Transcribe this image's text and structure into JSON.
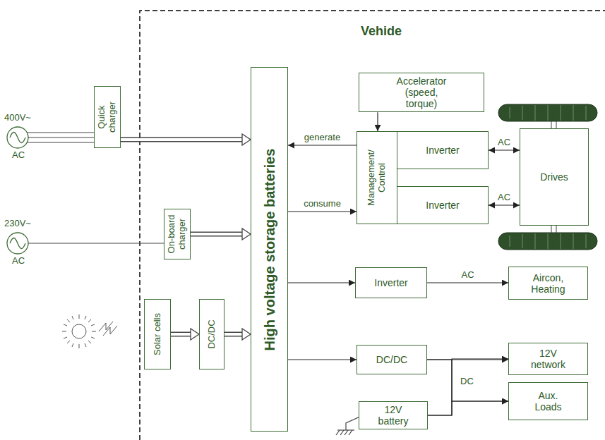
{
  "diagram": {
    "title": "Vehide",
    "nodes": [
      {
        "text": [
          "Quick charger"
        ]
      },
      {
        "text": [
          "On-board charger"
        ]
      },
      {
        "text": [
          "Solar cells"
        ]
      },
      {
        "text": [
          "DC/DC"
        ]
      },
      {
        "text": [
          "High voltage storage batteries"
        ]
      },
      {
        "text": [
          "Accelerator (speed, torque)"
        ]
      },
      {
        "text": [
          "Management/ Control"
        ]
      },
      {
        "text": [
          "Inverter"
        ]
      },
      {
        "text": [
          "Inverter"
        ]
      },
      {
        "text": [
          "Drives"
        ]
      },
      {
        "text": [
          "Inverter"
        ]
      },
      {
        "text": [
          "Aircon, Heating"
        ]
      },
      {
        "text": [
          "DC/DC"
        ]
      },
      {
        "text": [
          "12V network"
        ]
      },
      {
        "text": [
          "12V battery"
        ]
      },
      {
        "text": [
          "Aux. Loads"
        ]
      }
    ],
    "edges": [
      {
        "from": 0,
        "to": 4,
        "arrow": "to"
      },
      {
        "from": 1,
        "to": 4,
        "arrow": "to"
      },
      {
        "from": 2,
        "to": 3,
        "arrow": "to"
      },
      {
        "from": 3,
        "to": 4,
        "arrow": "to"
      },
      {
        "from": 5,
        "to": 6,
        "arrow": "to"
      },
      {
        "from": 6,
        "to": 4,
        "label": "generate",
        "arrow": "to"
      },
      {
        "from": 4,
        "to": 6,
        "label": "consume",
        "arrow": "to"
      },
      {
        "from": 7,
        "to": 9,
        "label": "AC",
        "arrow": "both"
      },
      {
        "from": 8,
        "to": 9,
        "label": "AC",
        "arrow": "both"
      },
      {
        "from": 4,
        "to": 10,
        "arrow": "to"
      },
      {
        "from": 10,
        "to": 11,
        "label": "AC",
        "arrow": "to"
      },
      {
        "from": 4,
        "to": 12,
        "arrow": "to"
      },
      {
        "from": 12,
        "to": 13,
        "arrow": "to"
      },
      {
        "from": 12,
        "to": 15,
        "arrow": "to"
      },
      {
        "from": 14,
        "to": 13,
        "arrow": "to"
      },
      {
        "from": 14,
        "to": 15,
        "arrow": "to"
      }
    ],
    "labels": [
      "400V~",
      "AC",
      "230V~",
      "AC",
      "DC"
    ]
  }
}
